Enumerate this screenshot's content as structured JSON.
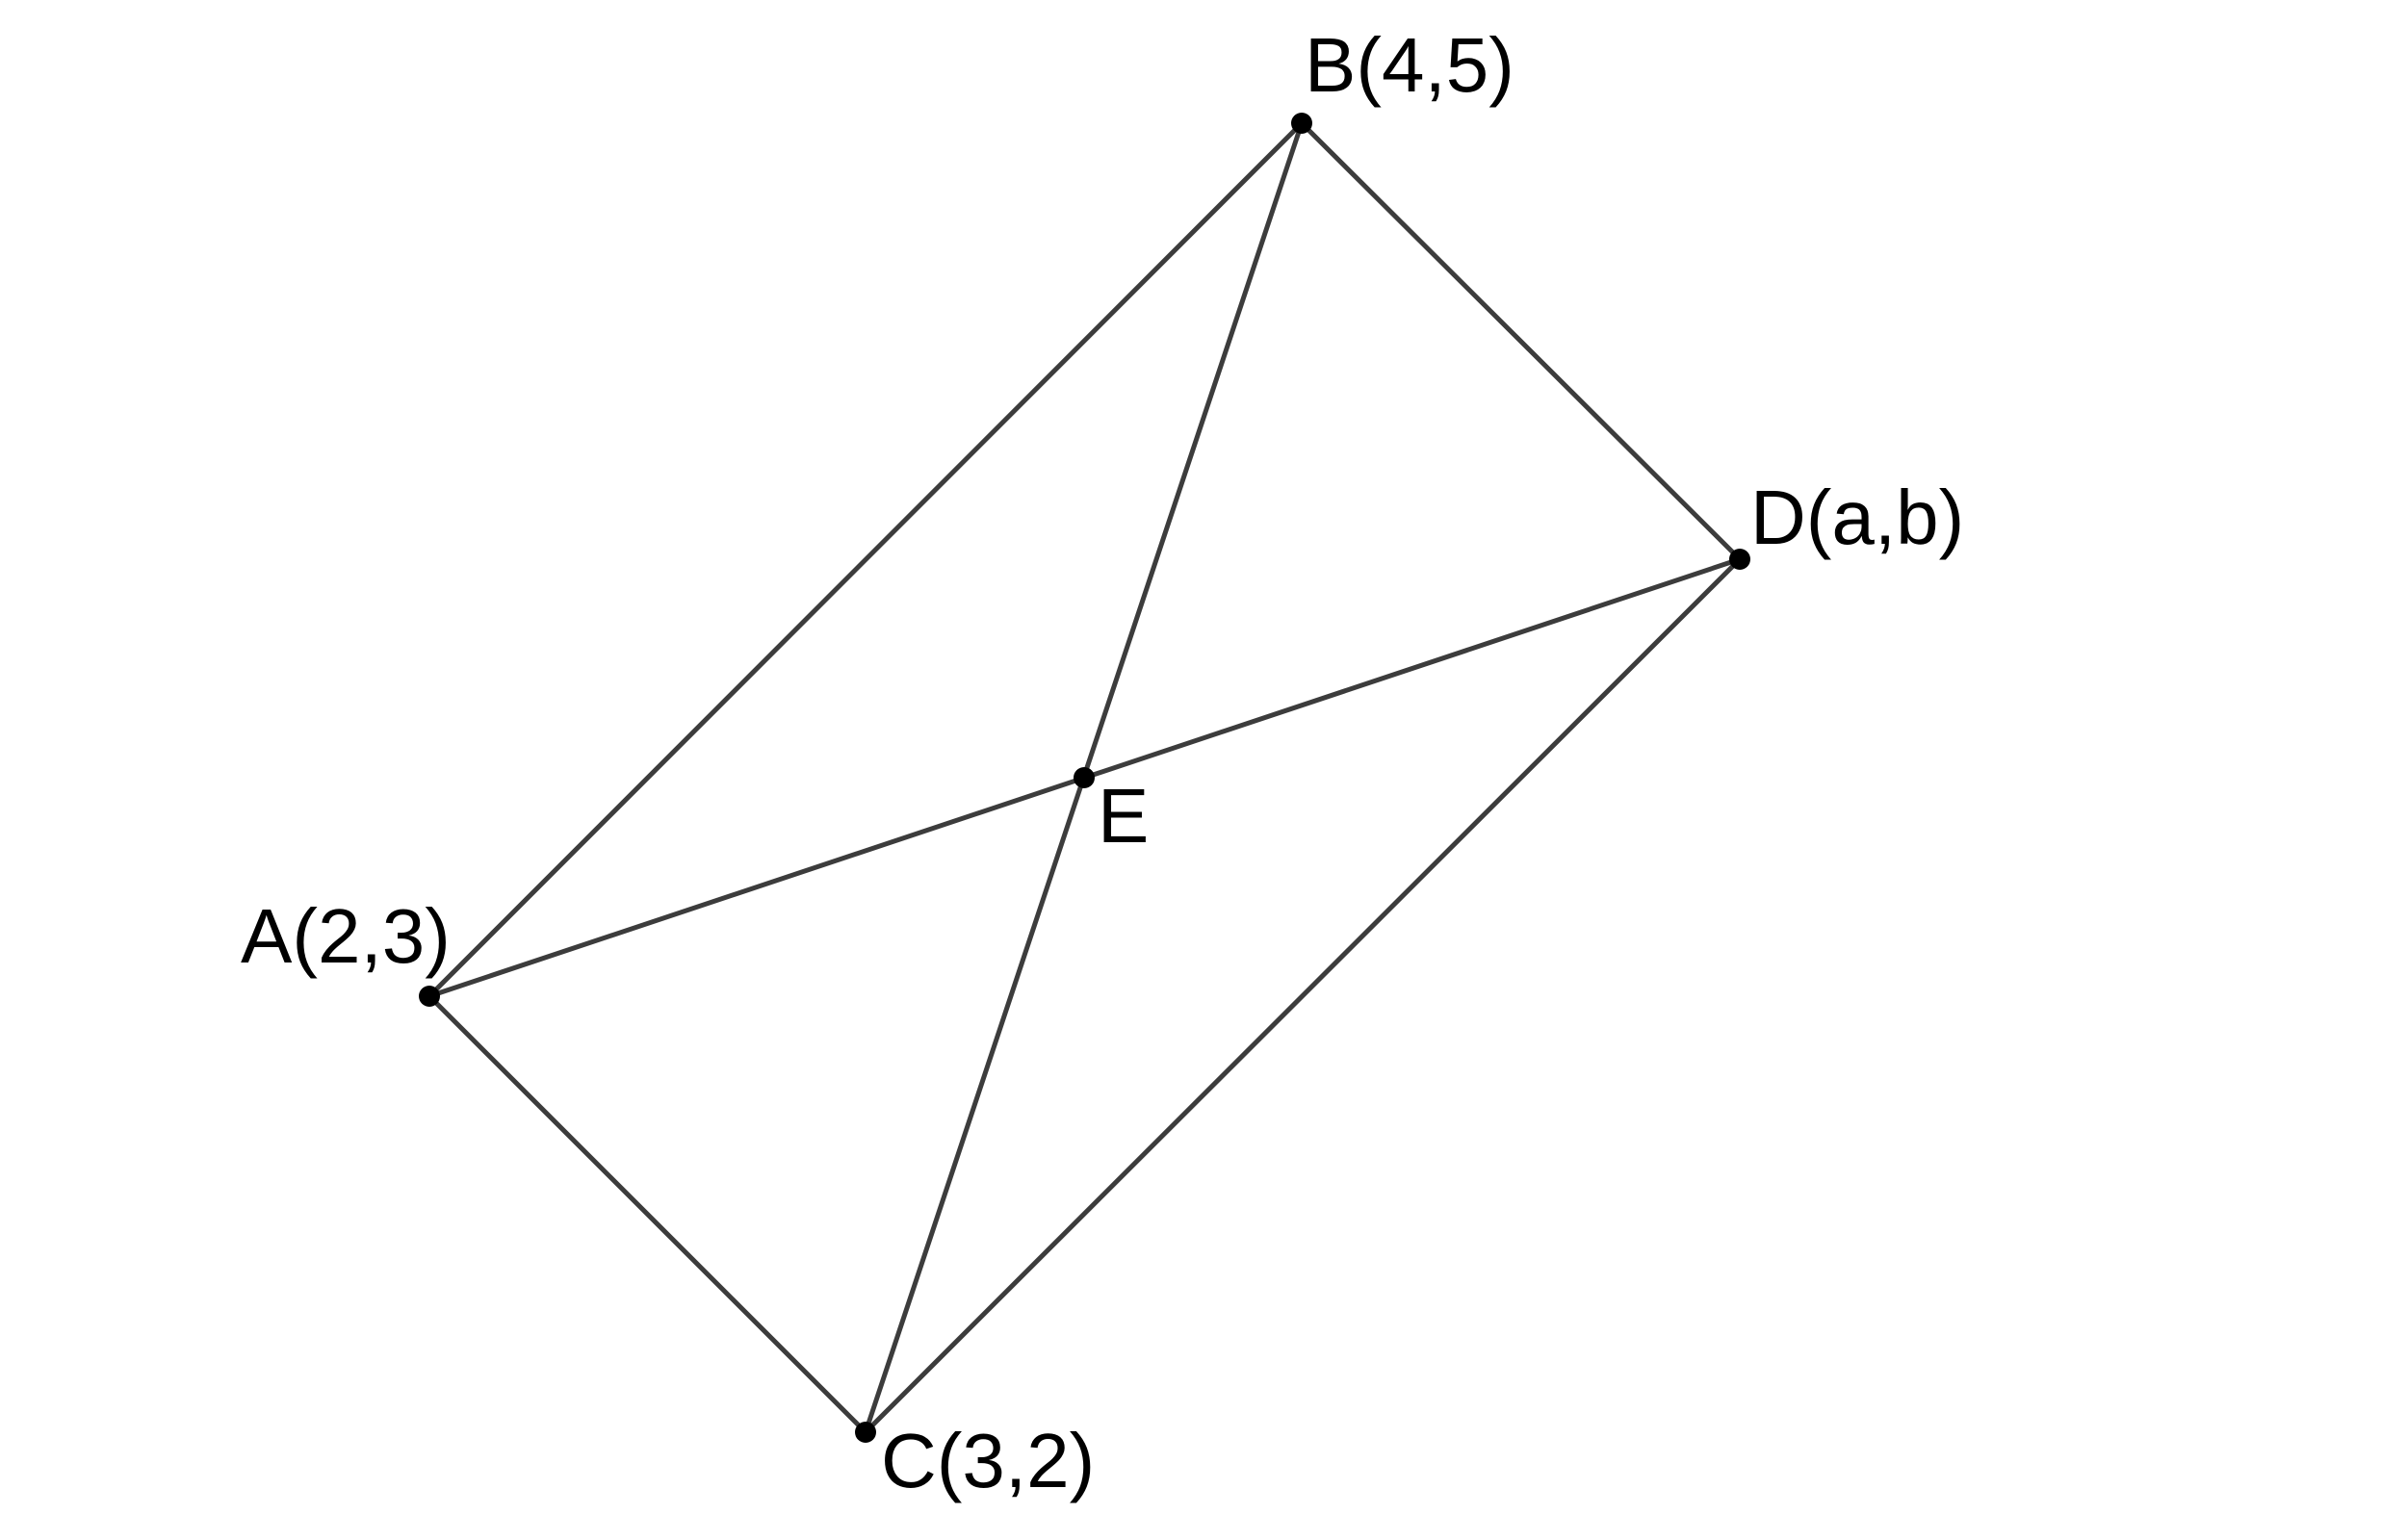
{
  "diagram": {
    "points": {
      "A": {
        "label": "A(2,3)"
      },
      "B": {
        "label": "B(4,5)"
      },
      "C": {
        "label": "C(3,2)"
      },
      "D": {
        "label": "D(a,b)"
      },
      "E": {
        "label": "E"
      }
    },
    "segments": [
      [
        "A",
        "B"
      ],
      [
        "B",
        "D"
      ],
      [
        "D",
        "C"
      ],
      [
        "C",
        "A"
      ],
      [
        "A",
        "D"
      ],
      [
        "B",
        "C"
      ]
    ],
    "colors": {
      "line": "#3c3c3c",
      "point": "#000000",
      "text": "#000000"
    }
  }
}
